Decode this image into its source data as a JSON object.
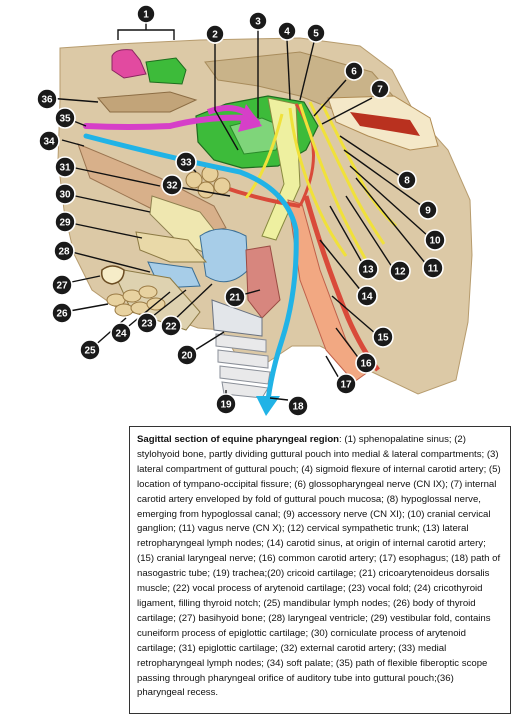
{
  "figure": {
    "labels": [
      "1",
      "2",
      "3",
      "4",
      "5",
      "6",
      "7",
      "8",
      "9",
      "10",
      "11",
      "12",
      "13",
      "14",
      "15",
      "16",
      "17",
      "18",
      "19",
      "20",
      "21",
      "22",
      "23",
      "24",
      "25",
      "26",
      "27",
      "28",
      "29",
      "30",
      "31",
      "32",
      "33",
      "34",
      "35",
      "36"
    ]
  },
  "caption": {
    "title": "Sagittal section of equine pharyngeal region",
    "text": ": (1) sphenopalatine sinus; (2) stylohyoid bone, partly dividing guttural pouch into medial & lateral compartments; (3) lateral compartment of guttural pouch; (4) sigmoid flexure of internal carotid artery; (5) location of tympano-occipital fissure; (6) glossopharyngeal nerve (CN IX); (7) internal carotid artery enveloped by fold of guttural pouch mucosa; (8) hypoglossal nerve, emerging from hypoglossal canal; (9) accessory nerve (CN XI); (10) cranial cervical ganglion; (11) vagus nerve (CN X); (12) cervical sympathetic trunk; (13) lateral retropharyngeal lymph nodes; (14) carotid sinus, at origin of internal carotid artery; (15) cranial laryngeal nerve; (16) common carotid artery; (17) esophagus; (18) path of nasogastric tube; (19) trachea;(20) cricoid cartilage; (21) cricoarytenoideus dorsalis muscle; (22) vocal process of arytenoid cartilage; (23) vocal fold; (24) cricothyroid ligament, filling thyroid notch; (25) mandibular lymph nodes; (26) body of thyroid cartilage; (27) basihyoid bone; (28) laryngeal ventricle; (29) vestibular fold, contains cuneiform process of epiglottic cartilage; (30) corniculate process of arytenoid cartilage; (31) epiglottic cartilage; (32) external carotid artery; (33) medial retropharyngeal lymph nodes; (34) soft palate; (35) path of flexible fiberoptic scope passing through pharyngeal orifice of auditory tube into guttural pouch;(36) pharyngeal recess."
  },
  "colors": {
    "tissue": "#dcc9a6",
    "tissue_dark": "#c9b389",
    "guttural_pouch": "#3dbb3a",
    "sinus": "#e24aa0",
    "scope": "#d63fc8",
    "tube": "#21b3e6",
    "artery": "#d94a3a",
    "nerve": "#f0e13a",
    "esophagus": "#f2a882",
    "trachea": "#e9e9ea"
  }
}
